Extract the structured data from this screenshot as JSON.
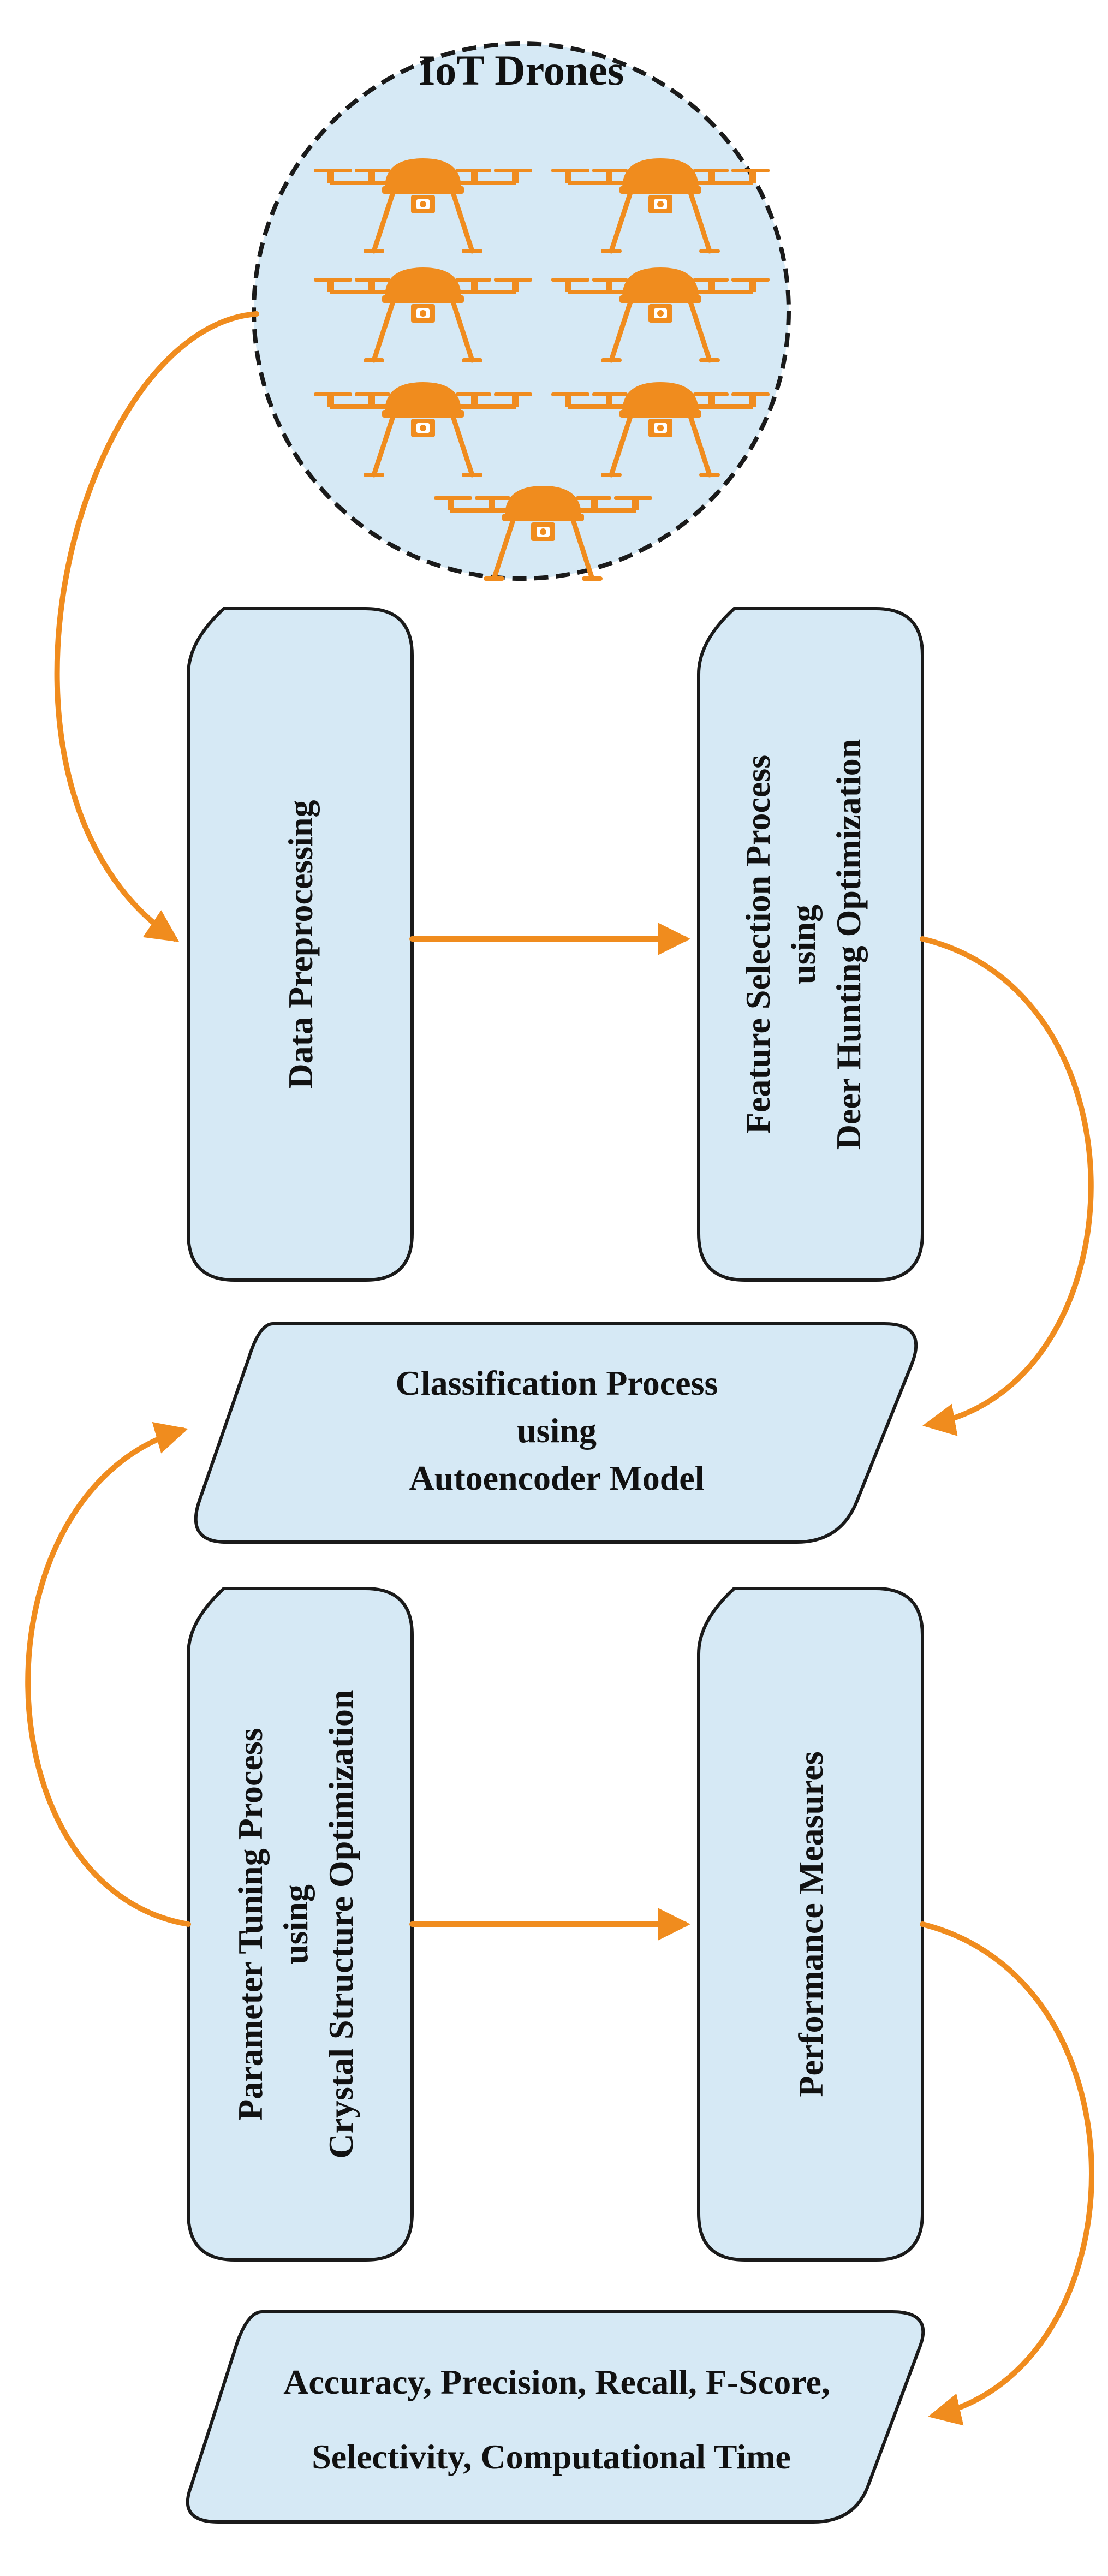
{
  "colors": {
    "node_fill": "#d6e9f5",
    "node_stroke": "#1a1a1a",
    "arrow": "#f08c1e",
    "drone": "#f08c1e",
    "text": "#111111"
  },
  "iot_drones": {
    "title": "IoT Drones",
    "drone_count": 7,
    "drone_icon": "quadcopter-drone-icon"
  },
  "nodes": {
    "data_preprocessing": {
      "label": "Data Preprocessing"
    },
    "feature_selection": {
      "line1": "Feature Selection Process",
      "line2": "using",
      "line3": "Deer Hunting Optimization"
    },
    "classification": {
      "line1": "Classification Process",
      "line2": "using",
      "line3": "Autoencoder Model"
    },
    "parameter_tuning": {
      "line1": "Parameter Tuning Process",
      "line2": "using",
      "line3": "Crystal Structure Optimization"
    },
    "performance_measures": {
      "label": "Performance Measures"
    },
    "metrics": {
      "line1": "Accuracy, Precision, Recall, F-Score,",
      "line2": "Selectivity, Computational Time"
    }
  }
}
